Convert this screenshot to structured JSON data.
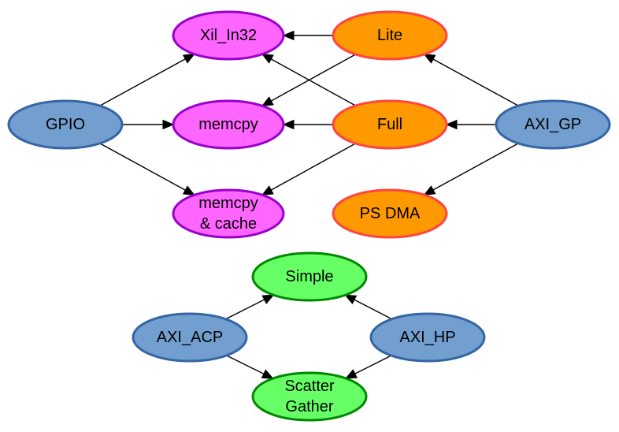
{
  "colors": {
    "blue_fill": "#729fcf",
    "blue_stroke": "#3465a4",
    "magenta_fill": "#ff66ff",
    "magenta_stroke": "#9900cc",
    "orange_fill": "#ff9900",
    "orange_stroke": "#ff4444",
    "green_fill": "#66ff66",
    "green_stroke": "#008800"
  },
  "nodes": [
    {
      "id": "gpio",
      "label": [
        "GPIO"
      ],
      "style": "blue"
    },
    {
      "id": "axi_gp",
      "label": [
        "AXI_GP"
      ],
      "style": "blue"
    },
    {
      "id": "axi_acp",
      "label": [
        "AXI_ACP"
      ],
      "style": "blue"
    },
    {
      "id": "axi_hp",
      "label": [
        "AXI_HP"
      ],
      "style": "blue"
    },
    {
      "id": "xil_in32",
      "label": [
        "Xil_In32"
      ],
      "style": "magenta"
    },
    {
      "id": "memcpy",
      "label": [
        "memcpy"
      ],
      "style": "magenta"
    },
    {
      "id": "memcpy_cache",
      "label": [
        "memcpy",
        "& cache"
      ],
      "style": "magenta"
    },
    {
      "id": "lite",
      "label": [
        "Lite"
      ],
      "style": "orange"
    },
    {
      "id": "full",
      "label": [
        "Full"
      ],
      "style": "orange"
    },
    {
      "id": "ps_dma",
      "label": [
        "PS DMA"
      ],
      "style": "orange"
    },
    {
      "id": "simple",
      "label": [
        "Simple"
      ],
      "style": "green"
    },
    {
      "id": "scatter_gather",
      "label": [
        "Scatter",
        "Gather"
      ],
      "style": "green"
    }
  ],
  "edges": [
    {
      "from": "gpio",
      "to": "xil_in32"
    },
    {
      "from": "gpio",
      "to": "memcpy"
    },
    {
      "from": "gpio",
      "to": "memcpy_cache"
    },
    {
      "from": "lite",
      "to": "xil_in32"
    },
    {
      "from": "lite",
      "to": "memcpy"
    },
    {
      "from": "full",
      "to": "xil_in32"
    },
    {
      "from": "full",
      "to": "memcpy"
    },
    {
      "from": "full",
      "to": "memcpy_cache"
    },
    {
      "from": "axi_gp",
      "to": "lite"
    },
    {
      "from": "axi_gp",
      "to": "full"
    },
    {
      "from": "axi_gp",
      "to": "ps_dma"
    },
    {
      "from": "axi_acp",
      "to": "simple"
    },
    {
      "from": "axi_acp",
      "to": "scatter_gather"
    },
    {
      "from": "axi_hp",
      "to": "simple"
    },
    {
      "from": "axi_hp",
      "to": "scatter_gather"
    }
  ]
}
